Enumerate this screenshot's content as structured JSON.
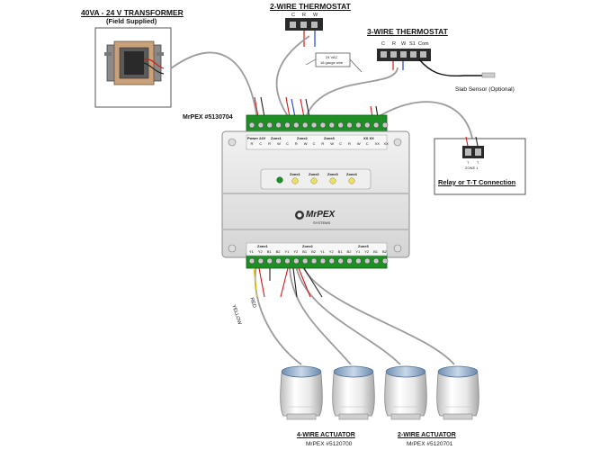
{
  "transformer": {
    "title": "40VA - 24 V TRANSFORMER",
    "subtitle": "(Field Supplied)"
  },
  "two_wire_thermostat": {
    "title": "2-WIRE THERMOSTAT",
    "terminals": [
      "C",
      "R",
      "W"
    ]
  },
  "three_wire_thermostat": {
    "title": "3-WIRE THERMOSTAT",
    "terminals": [
      "C",
      "R",
      "W",
      "S1",
      "Com"
    ]
  },
  "wire_note": {
    "line1": "24 VAC",
    "line2": "18 gauge wire"
  },
  "slab_sensor": {
    "label": "Slab Sensor (Optional)"
  },
  "controller": {
    "model_label": "MrPEX #5130704",
    "brand": "MrPEX",
    "brand_sub": "SYSTEMS",
    "top_groups": [
      "Power 24V",
      "Zone1",
      "Zone2",
      "Zone3",
      "XX XX"
    ],
    "top_terminals": [
      "R",
      "C",
      "R",
      "W",
      "C",
      "R",
      "W",
      "C",
      "R",
      "W",
      "C",
      "R",
      "W",
      "C",
      "XX",
      "XX"
    ],
    "leds": [
      "Zone1",
      "Zone2",
      "Zone3",
      "Zone4"
    ],
    "bottom_groups": [
      "Zone1",
      "Zone2",
      "Zone3"
    ],
    "bottom_terminals": [
      "Y1",
      "Y2",
      "B1",
      "B2",
      "Y1",
      "Y2",
      "B1",
      "B2",
      "Y1",
      "Y2",
      "B1",
      "B2",
      "Y1",
      "Y2",
      "B1",
      "B2"
    ]
  },
  "relay": {
    "title": "Relay or T-T Connection",
    "zone_label": "ZONE 1",
    "terminals": [
      "T",
      "T"
    ]
  },
  "wire_colors_text": {
    "yellow": "YELLOW",
    "red": "RED"
  },
  "actuators": [
    {
      "title": "4-WIRE ACTUATOR",
      "model": "MrPEX #5120700"
    },
    {
      "title": "2-WIRE ACTUATOR",
      "model": "MrPEX #5120701"
    }
  ],
  "colors": {
    "green": "#1e8f25",
    "wire_red": "#d11a1a",
    "wire_blue": "#1f3ecc",
    "wire_gray": "#9b9b9b",
    "body": "#e4e4e4"
  }
}
